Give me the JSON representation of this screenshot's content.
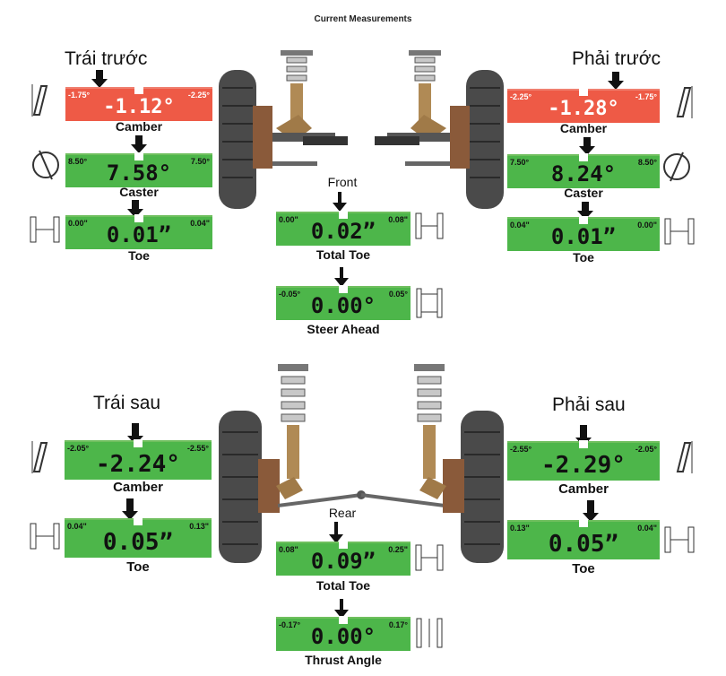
{
  "page": {
    "title": "Current Measurements"
  },
  "front": {
    "label": "Front",
    "left": {
      "heading": "Trái trước",
      "camber": {
        "caption": "Camber",
        "value": "-1.12°",
        "min": "-1.75°",
        "max": "-2.25°"
      },
      "caster": {
        "caption": "Caster",
        "value": "7.58°",
        "min": "8.50°",
        "max": "7.50°"
      },
      "toe": {
        "caption": "Toe",
        "value": "0.01”",
        "min": "0.00\"",
        "max": "0.04\""
      }
    },
    "right": {
      "heading": "Phải trước",
      "camber": {
        "caption": "Camber",
        "value": "-1.28°",
        "min": "-2.25°",
        "max": "-1.75°"
      },
      "caster": {
        "caption": "Caster",
        "value": "8.24°",
        "min": "7.50°",
        "max": "8.50°"
      },
      "toe": {
        "caption": "Toe",
        "value": "0.01”",
        "min": "0.04\"",
        "max": "0.00\""
      }
    },
    "total_toe": {
      "caption": "Total Toe",
      "value": "0.02”",
      "min": "0.00\"",
      "max": "0.08\""
    },
    "steer_ahead": {
      "caption": "Steer Ahead",
      "value": "0.00°",
      "min": "-0.05°",
      "max": "0.05°"
    }
  },
  "rear": {
    "label": "Rear",
    "left": {
      "heading": "Trái sau",
      "camber": {
        "caption": "Camber",
        "value": "-2.24°",
        "min": "-2.05°",
        "max": "-2.55°"
      },
      "toe": {
        "caption": "Toe",
        "value": "0.05”",
        "min": "0.04\"",
        "max": "0.13\""
      }
    },
    "right": {
      "heading": "Phải sau",
      "camber": {
        "caption": "Camber",
        "value": "-2.29°",
        "min": "-2.55°",
        "max": "-2.05°"
      },
      "toe": {
        "caption": "Toe",
        "value": "0.05”",
        "min": "0.13\"",
        "max": "0.04\""
      }
    },
    "total_toe": {
      "caption": "Total Toe",
      "value": "0.09”",
      "min": "0.08\"",
      "max": "0.25\""
    },
    "thrust_angle": {
      "caption": "Thrust Angle",
      "value": "0.00°",
      "min": "-0.17°",
      "max": "0.17°"
    }
  },
  "colors": {
    "in_range": "#4db64a",
    "out_of_range": "#ee5a46"
  }
}
